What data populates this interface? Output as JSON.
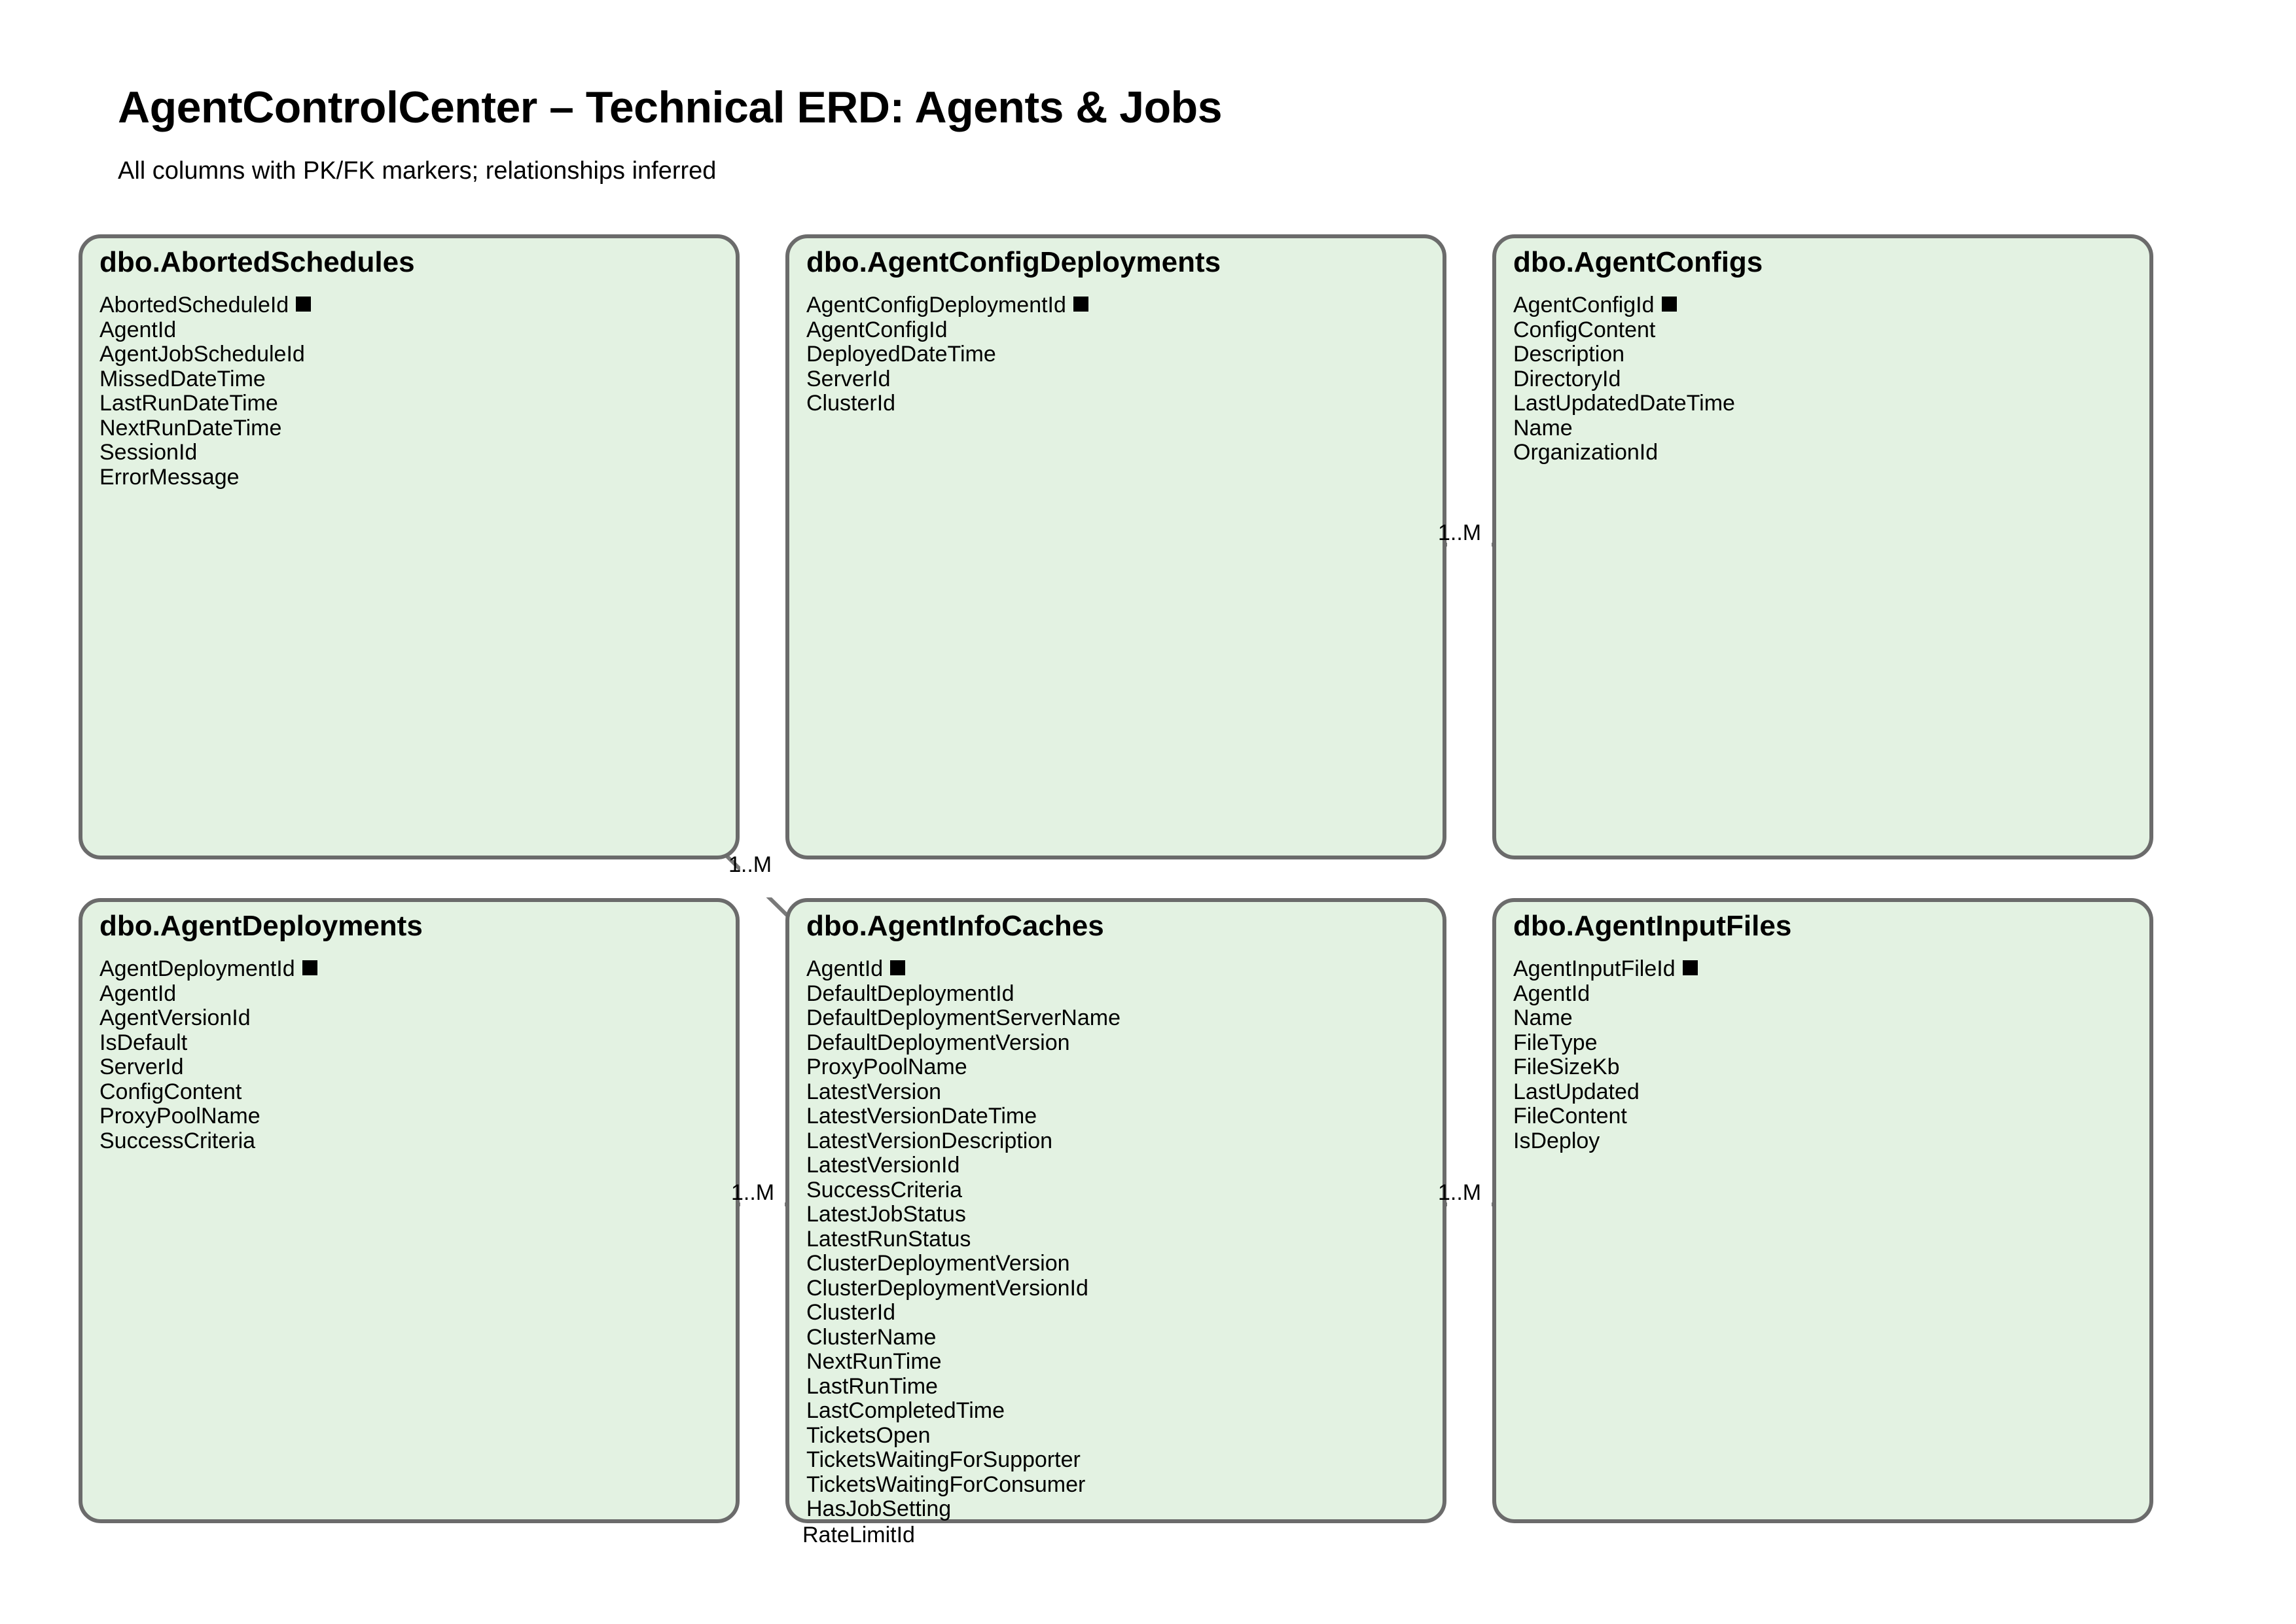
{
  "header": {
    "title": "AgentControlCenter – Technical ERD: Agents & Jobs",
    "subtitle": "All columns with PK/FK markers; relationships inferred"
  },
  "theme": {
    "entity_fill": "#e3f2e2",
    "entity_border": "#6b6b6b",
    "relationship_line": "#7a7a7a",
    "text": "#000000",
    "page_background": "#ffffff"
  },
  "entities": [
    {
      "id": "aborted-schedules",
      "name": "dbo.AbortedSchedules",
      "columns": [
        {
          "name": "AbortedScheduleId",
          "pk": true
        },
        {
          "name": "AgentId",
          "pk": false
        },
        {
          "name": "AgentJobScheduleId",
          "pk": false
        },
        {
          "name": "MissedDateTime",
          "pk": false
        },
        {
          "name": "LastRunDateTime",
          "pk": false
        },
        {
          "name": "NextRunDateTime",
          "pk": false
        },
        {
          "name": "SessionId",
          "pk": false
        },
        {
          "name": "ErrorMessage",
          "pk": false
        }
      ]
    },
    {
      "id": "agent-config-deployments",
      "name": "dbo.AgentConfigDeployments",
      "columns": [
        {
          "name": "AgentConfigDeploymentId",
          "pk": true
        },
        {
          "name": "AgentConfigId",
          "pk": false
        },
        {
          "name": "DeployedDateTime",
          "pk": false
        },
        {
          "name": "ServerId",
          "pk": false
        },
        {
          "name": "ClusterId",
          "pk": false
        }
      ]
    },
    {
      "id": "agent-configs",
      "name": "dbo.AgentConfigs",
      "columns": [
        {
          "name": "AgentConfigId",
          "pk": true
        },
        {
          "name": "ConfigContent",
          "pk": false
        },
        {
          "name": "Description",
          "pk": false
        },
        {
          "name": "DirectoryId",
          "pk": false
        },
        {
          "name": "LastUpdatedDateTime",
          "pk": false
        },
        {
          "name": "Name",
          "pk": false
        },
        {
          "name": "OrganizationId",
          "pk": false
        }
      ]
    },
    {
      "id": "agent-deployments",
      "name": "dbo.AgentDeployments",
      "columns": [
        {
          "name": "AgentDeploymentId",
          "pk": true
        },
        {
          "name": "AgentId",
          "pk": false
        },
        {
          "name": "AgentVersionId",
          "pk": false
        },
        {
          "name": "IsDefault",
          "pk": false
        },
        {
          "name": "ServerId",
          "pk": false
        },
        {
          "name": "ConfigContent",
          "pk": false
        },
        {
          "name": "ProxyPoolName",
          "pk": false
        },
        {
          "name": "SuccessCriteria",
          "pk": false
        }
      ]
    },
    {
      "id": "agent-info-caches",
      "name": "dbo.AgentInfoCaches",
      "columns": [
        {
          "name": "AgentId",
          "pk": true
        },
        {
          "name": "DefaultDeploymentId",
          "pk": false
        },
        {
          "name": "DefaultDeploymentServerName",
          "pk": false
        },
        {
          "name": "DefaultDeploymentVersion",
          "pk": false
        },
        {
          "name": "ProxyPoolName",
          "pk": false
        },
        {
          "name": "LatestVersion",
          "pk": false
        },
        {
          "name": "LatestVersionDateTime",
          "pk": false
        },
        {
          "name": "LatestVersionDescription",
          "pk": false
        },
        {
          "name": "LatestVersionId",
          "pk": false
        },
        {
          "name": "SuccessCriteria",
          "pk": false
        },
        {
          "name": "LatestJobStatus",
          "pk": false
        },
        {
          "name": "LatestRunStatus",
          "pk": false
        },
        {
          "name": "ClusterDeploymentVersion",
          "pk": false
        },
        {
          "name": "ClusterDeploymentVersionId",
          "pk": false
        },
        {
          "name": "ClusterId",
          "pk": false
        },
        {
          "name": "ClusterName",
          "pk": false
        },
        {
          "name": "NextRunTime",
          "pk": false
        },
        {
          "name": "LastRunTime",
          "pk": false
        },
        {
          "name": "LastCompletedTime",
          "pk": false
        },
        {
          "name": "TicketsOpen",
          "pk": false
        },
        {
          "name": "TicketsWaitingForSupporter",
          "pk": false
        },
        {
          "name": "TicketsWaitingForConsumer",
          "pk": false
        },
        {
          "name": "HasJobSetting",
          "pk": false
        }
      ],
      "overflow_columns": [
        {
          "name": "RateLimitId",
          "pk": false
        }
      ]
    },
    {
      "id": "agent-input-files",
      "name": "dbo.AgentInputFiles",
      "columns": [
        {
          "name": "AgentInputFileId",
          "pk": true
        },
        {
          "name": "AgentId",
          "pk": false
        },
        {
          "name": "Name",
          "pk": false
        },
        {
          "name": "FileType",
          "pk": false
        },
        {
          "name": "FileSizeKb",
          "pk": false
        },
        {
          "name": "LastUpdated",
          "pk": false
        },
        {
          "name": "FileContent",
          "pk": false
        },
        {
          "name": "IsDeploy",
          "pk": false
        }
      ]
    }
  ],
  "relationships": [
    {
      "id": "rel-aborted-to-infocaches",
      "label": "1..M"
    },
    {
      "id": "rel-configdeployments-to-configs",
      "label": "1..M"
    },
    {
      "id": "rel-deployments-to-infocaches",
      "label": "1..M"
    },
    {
      "id": "rel-infocaches-to-inputfiles",
      "label": "1..M"
    }
  ]
}
